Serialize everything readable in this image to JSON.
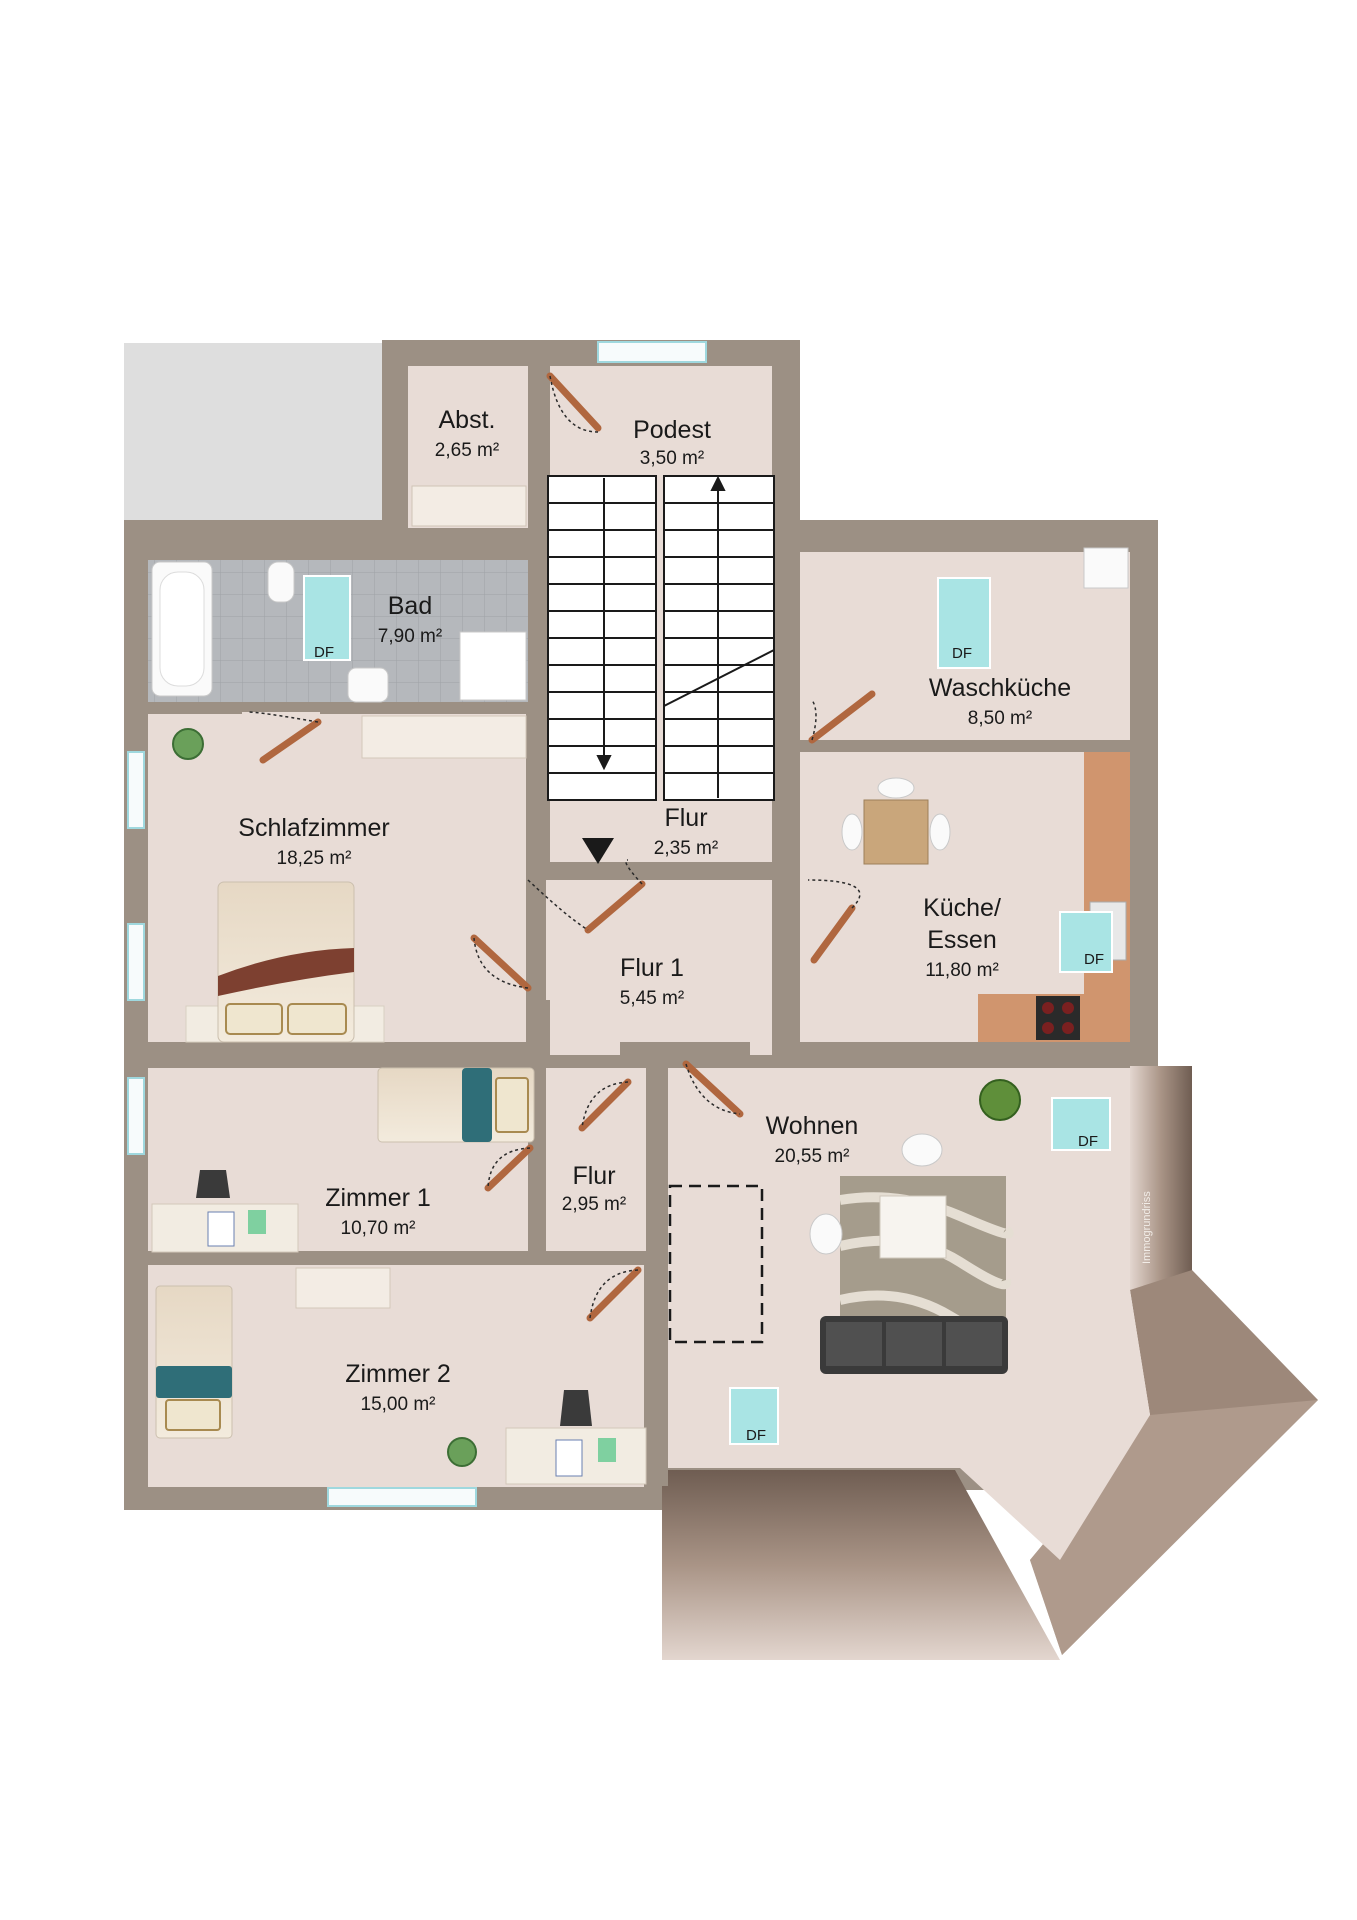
{
  "watermark": "Immogrundriss",
  "skylight_label": "DF",
  "rooms": {
    "abst": {
      "name": "Abst.",
      "area": "2,65 m²"
    },
    "podest": {
      "name": "Podest",
      "area": "3,50 m²"
    },
    "bad": {
      "name": "Bad",
      "area": "7,90 m²"
    },
    "schlaf": {
      "name": "Schlafzimmer",
      "area": "18,25 m²"
    },
    "flur": {
      "name": "Flur",
      "area": "2,35 m²"
    },
    "flur1": {
      "name": "Flur 1",
      "area": "5,45 m²"
    },
    "wasch": {
      "name": "Waschküche",
      "area": "8,50 m²"
    },
    "kueche1": {
      "name": "Küche/"
    },
    "kueche2": {
      "name": "Essen",
      "area": "11,80 m²"
    },
    "zimmer1": {
      "name": "Zimmer 1",
      "area": "10,70 m²"
    },
    "flur2": {
      "name": "Flur",
      "area": "2,95 m²"
    },
    "wohnen": {
      "name": "Wohnen",
      "area": "20,55 m²"
    },
    "zimmer2": {
      "name": "Zimmer 2",
      "area": "15,00 m²"
    }
  },
  "colors": {
    "wall": "#9c9084",
    "floor": "#e8dcd6",
    "tile": "#b9bcc0",
    "roof": "#7d6a5e",
    "door": "#b0673f",
    "skylight": "#a9e4e4"
  }
}
